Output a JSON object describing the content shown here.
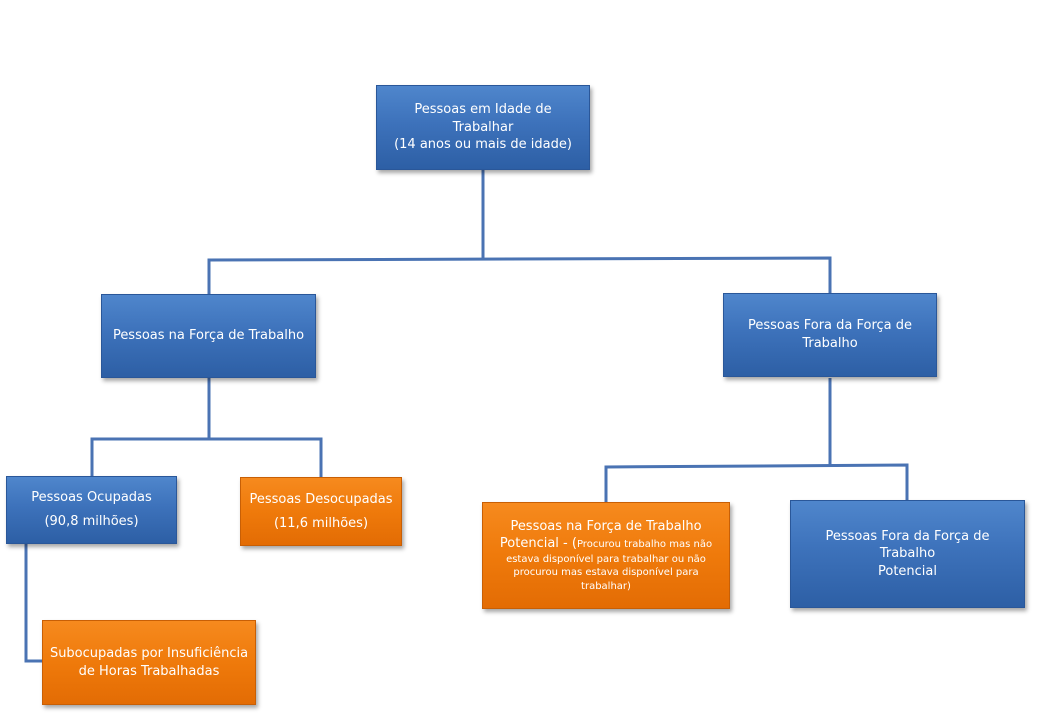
{
  "nodes": {
    "root": {
      "line1": "Pessoas em Idade de Trabalhar",
      "line2": "(14 anos ou mais de idade)"
    },
    "workforce": {
      "label": "Pessoas na Força de Trabalho"
    },
    "outside_workforce": {
      "line1": "Pessoas Fora da Força de",
      "line2": "Trabalho"
    },
    "employed": {
      "label": "Pessoas Ocupadas",
      "value": "(90,8 milhões)"
    },
    "unemployed": {
      "label": "Pessoas Desocupadas",
      "value": "(11,6 milhões)"
    },
    "underemployed": {
      "line1": "Subocupadas por Insuficiência",
      "line2": "de Horas Trabalhadas"
    },
    "potential_workforce": {
      "line1": "Pessoas na Força de Trabalho",
      "line2_prefix": "Potencial - (",
      "line2_rest": "Procurou trabalho mas não",
      "line3": "estava disponível para trabalhar ou não",
      "line4": "procurou mas estava disponível para",
      "line5": "trabalhar)"
    },
    "outside_potential": {
      "line1": "Pessoas Fora da Força de Trabalho",
      "line2": "Potencial"
    }
  },
  "colors": {
    "blue": "#3d72bb",
    "orange": "#ef7a0b",
    "connector": "#4a73b3"
  }
}
